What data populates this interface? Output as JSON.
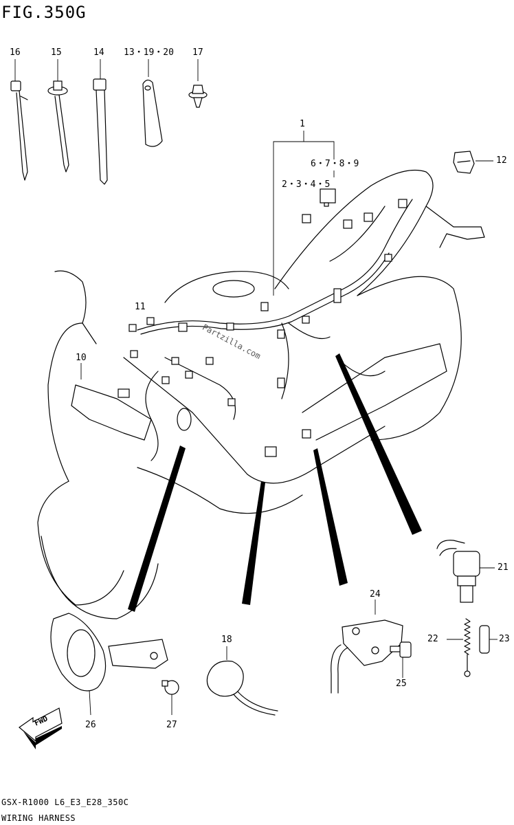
{
  "figure": {
    "title": "FIG.350G",
    "footer_code": "GSX-R1000 L6_E3_E28_350C",
    "footer_name": "WIRING HARNESS",
    "watermark": "Partzilla.com"
  },
  "callouts": {
    "c16": "16",
    "c15": "15",
    "c14": "14",
    "c13_19_20": "13・19・20",
    "c17": "17",
    "c1": "1",
    "c6_7_8_9": "6・7・8・9",
    "c2_3_4_5": "2・3・4・5",
    "c12": "12",
    "c11": "11",
    "c10": "10",
    "c21": "21",
    "c22": "22",
    "c23": "23",
    "c24": "24",
    "c25": "25",
    "c18": "18",
    "c26": "26",
    "c27": "27"
  },
  "fwd_label": "FWD"
}
